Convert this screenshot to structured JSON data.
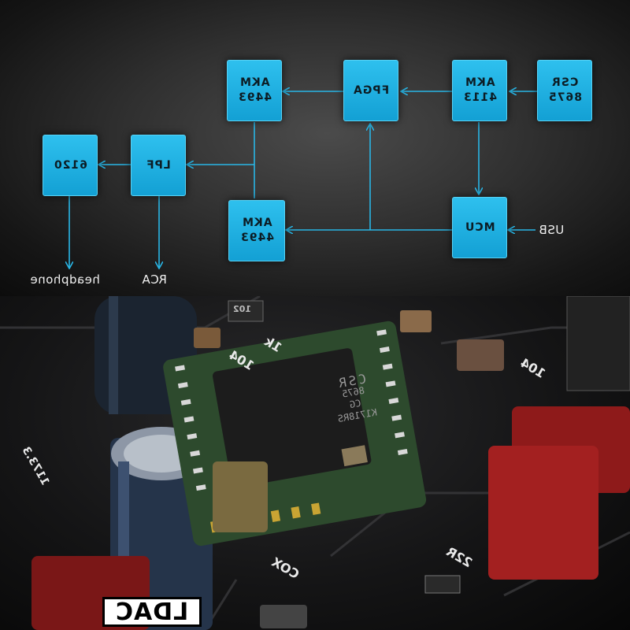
{
  "diagram": {
    "blocks": {
      "csr": {
        "line1": "CSR",
        "line2": "8675"
      },
      "akm4113": {
        "line1": "AKM",
        "line2": "4113"
      },
      "fpga": {
        "line1": "FPGA",
        "line2": ""
      },
      "akm4493_top": {
        "line1": "AKM",
        "line2": "4493"
      },
      "mcu": {
        "line1": "MCU",
        "line2": ""
      },
      "akm4493_bottom": {
        "line1": "AKM",
        "line2": "4493"
      },
      "lpf": {
        "line1": "LPF",
        "line2": ""
      },
      "opamp": {
        "line1": "6120",
        "line2": ""
      }
    },
    "labels": {
      "usb": "USB",
      "rca": "RCA",
      "headphone": "headphone"
    },
    "colors": {
      "block": "#1aa9dc",
      "wire": "#29b6e6",
      "background": "#2b2b2b"
    }
  },
  "photo": {
    "silkscreen": [
      "1k",
      "104",
      "104",
      "COX",
      "22R",
      "1173.3"
    ],
    "chip_marking": [
      "CSR",
      "8675",
      "CG",
      "K1718RS"
    ],
    "resistor_code": "102",
    "badge": "LDAC"
  }
}
